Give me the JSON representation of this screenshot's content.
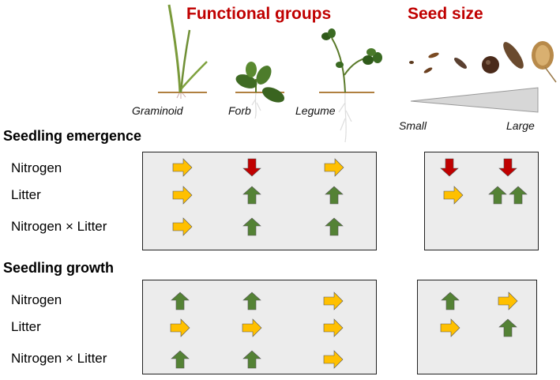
{
  "headers": {
    "functional_groups": "Functional groups",
    "seed_size": "Seed size"
  },
  "plant_labels": [
    "Graminoid",
    "Forb",
    "Legume"
  ],
  "size_scale": {
    "small": "Small",
    "large": "Large"
  },
  "sections": [
    {
      "title": "Seedling emergence",
      "rows": [
        {
          "label": "Nitrogen",
          "functional": [
            "right",
            "down",
            "right"
          ],
          "seed": [
            [
              "down"
            ],
            [
              "down"
            ]
          ]
        },
        {
          "label": "Litter",
          "functional": [
            "right",
            "up",
            "up"
          ],
          "seed": [
            [
              "right"
            ],
            [
              "up",
              "up"
            ]
          ]
        },
        {
          "label": "Nitrogen × Litter",
          "functional": [
            "right",
            "up",
            "up"
          ],
          "seed": [
            [],
            []
          ]
        }
      ]
    },
    {
      "title": "Seedling growth",
      "rows": [
        {
          "label": "Nitrogen",
          "functional": [
            "up",
            "up",
            "right"
          ],
          "seed": [
            [
              "up"
            ],
            [
              "right"
            ]
          ]
        },
        {
          "label": "Litter",
          "functional": [
            "right",
            "right",
            "right"
          ],
          "seed": [
            [
              "right"
            ],
            [
              "up"
            ]
          ]
        },
        {
          "label": "Nitrogen × Litter",
          "functional": [
            "up",
            "up",
            "right"
          ],
          "seed": [
            [],
            []
          ]
        }
      ]
    }
  ],
  "arrow_colors": {
    "right": "#ffc000",
    "up": "#548235",
    "down": "#c00000"
  },
  "box_fill": "#ececec"
}
